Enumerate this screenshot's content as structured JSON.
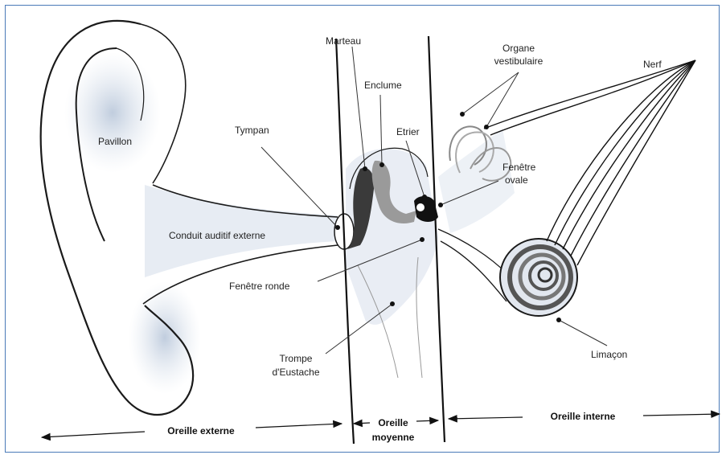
{
  "labels": {
    "marteau": "Marteau",
    "enclume": "Enclume",
    "organe_1": "Organe",
    "organe_2": "vestibulaire",
    "nerf": "Nerf",
    "pavillon": "Pavillon",
    "tympan": "Tympan",
    "etrier": "Etrier",
    "fenetre_ovale_1": "Fenêtre",
    "fenetre_ovale_2": "ovale",
    "conduit": "Conduit auditif externe",
    "fenetre_ronde": "Fenêtre ronde",
    "trompe_1": "Trompe",
    "trompe_2": "d'Eustache",
    "limacon": "Limaçon"
  },
  "regions": {
    "externe": "Oreille externe",
    "moyenne_1": "Oreille",
    "moyenne_2": "moyenne",
    "interne": "Oreille interne"
  },
  "colors": {
    "frame": "#4a7ab8",
    "shading": "#c8d3e2",
    "ossicle_dark": "#3a3a3a",
    "ossicle_light": "#9a9a9a"
  }
}
